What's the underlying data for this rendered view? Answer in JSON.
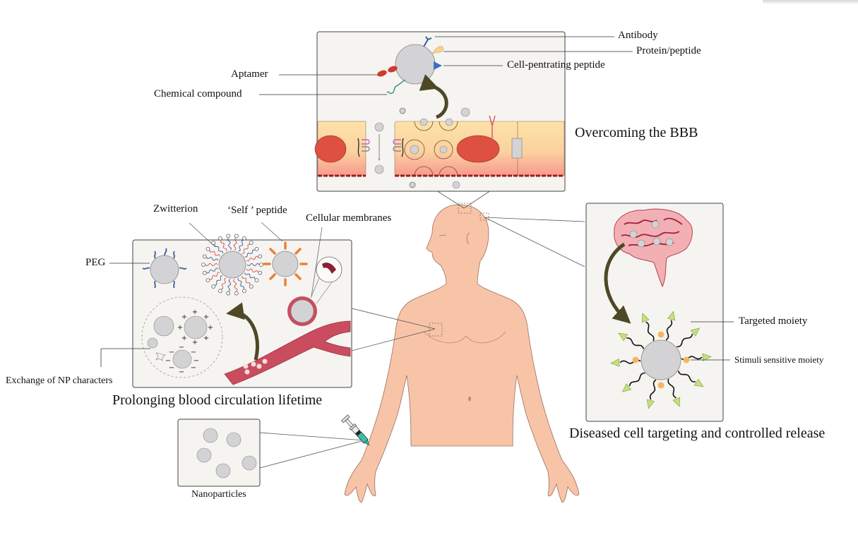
{
  "figure": {
    "panels": {
      "bbb": {
        "title": "Overcoming the BBB",
        "labels": {
          "antibody": "Antibody",
          "protein_peptide": "Protein/peptide",
          "cell_penetrating_peptide": "Cell-pentrating  peptide",
          "aptamer": "Aptamer",
          "chemical_compound": "Chemical compound"
        }
      },
      "circulation": {
        "title": "Prolonging blood circulation lifetime",
        "labels": {
          "peg": "PEG",
          "zwitterion": "Zwitterion",
          "self_peptide": "‘Self ’ peptide",
          "cellular_membranes": "Cellular membranes",
          "exchange": "Exchange of NP characters"
        }
      },
      "targeting": {
        "title": "Diseased cell targeting and controlled release",
        "labels": {
          "targeted_moiety": "Targeted moiety",
          "stimuli_sensitive_moiety": "Stimuli sensitive moiety"
        }
      },
      "nanoparticles": {
        "title": "Nanoparticles",
        "particle_count": 5
      }
    },
    "colors": {
      "panel_bg": "#f6f4f0",
      "skin": "#f8c4a8",
      "np_gray": "#d3d3d5",
      "arrow": "#4d4826",
      "vessel": "#c94d5e",
      "endothelium_top": "#fde2a8",
      "endothelium_bottom": "#f79a8f",
      "nucleus": "#de5040",
      "ligand_green": "#c5e17a",
      "ligand_orange": "#f5b660",
      "peg_blue": "#4a6aa6",
      "self_peptide_orange": "#e8823a"
    }
  }
}
